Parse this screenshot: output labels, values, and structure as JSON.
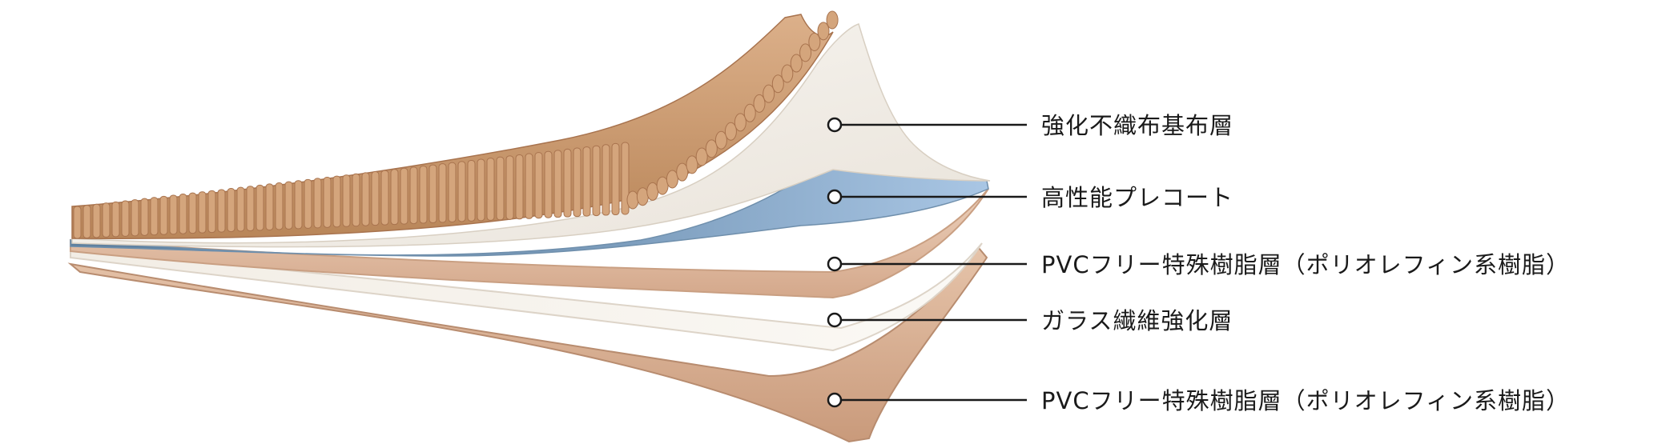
{
  "layers": [
    {
      "label": "強化不織布基布層",
      "color": "#f3efe8"
    },
    {
      "label": "高性能プレコート",
      "color": "#8fb2d6"
    },
    {
      "label": "PVCフリー特殊樹脂層（ポリオレフィン系樹脂）",
      "color": "#e2bfa6"
    },
    {
      "label": "ガラス繊維強化層",
      "color": "#f7f4ee"
    },
    {
      "label": "PVCフリー特殊樹脂層（ポリオレフィン系樹脂）",
      "color": "#dcb196"
    }
  ],
  "colors": {
    "pile": "#d4a57c",
    "pile_dark": "#a8734e",
    "leader": "#1a1a1a"
  }
}
